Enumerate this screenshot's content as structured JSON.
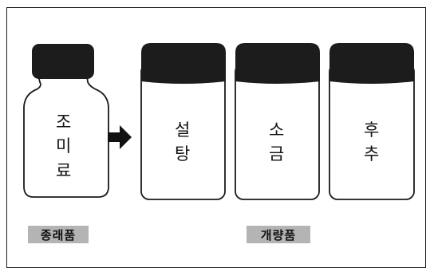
{
  "original": {
    "chars": [
      "조",
      "미",
      "료"
    ]
  },
  "bottles": [
    {
      "chars": [
        "설",
        "탕"
      ]
    },
    {
      "chars": [
        "소",
        "금"
      ]
    },
    {
      "chars": [
        "후",
        "추"
      ]
    }
  ],
  "labels": {
    "left": "종래품",
    "right": "개량품"
  },
  "arrow_icon": "right-arrow-icon",
  "colors": {
    "cap": "#1c1c1c",
    "outline": "#1a1a1a",
    "tag_bg": "#b4b4b4"
  }
}
